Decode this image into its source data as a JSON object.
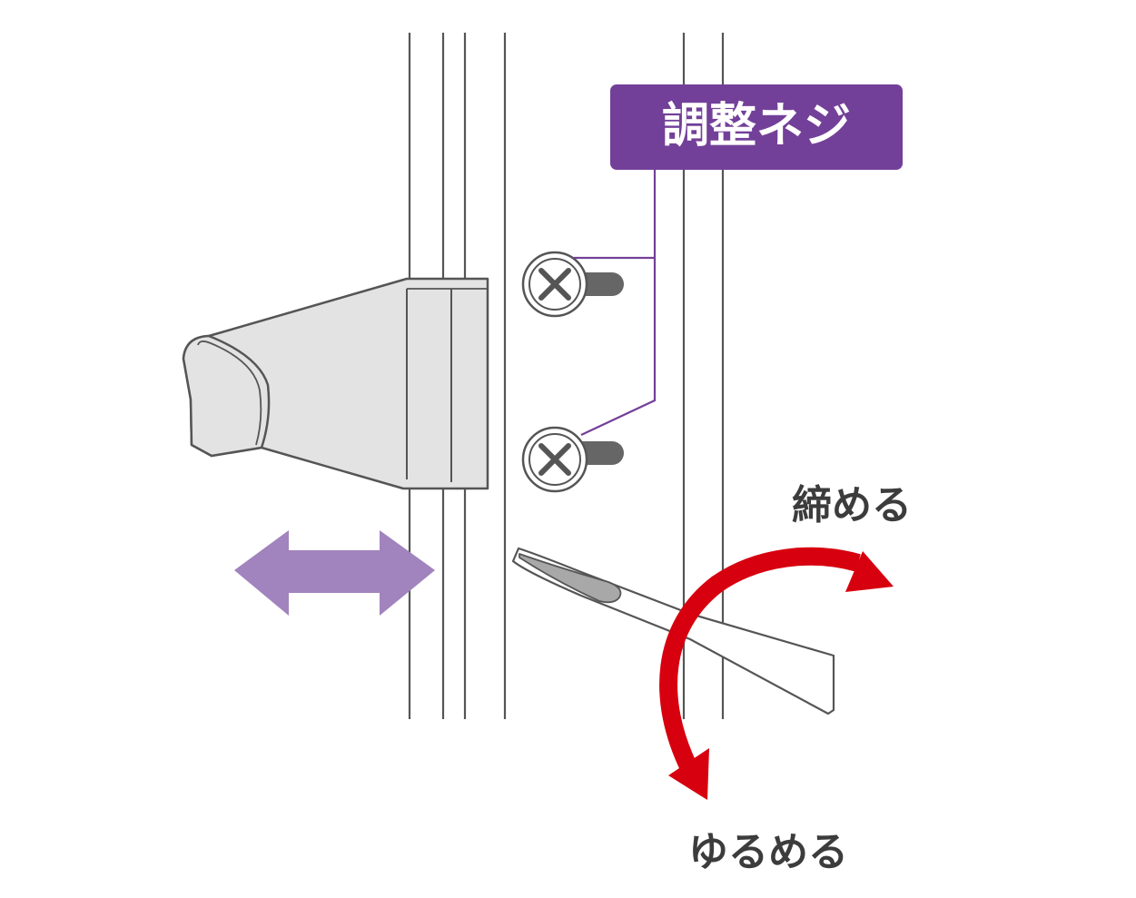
{
  "callout": {
    "label": "調整ネジ",
    "bg_color": "#734099",
    "text_color": "#ffffff",
    "line_color": "#734099"
  },
  "tighten_label": "締める",
  "loosen_label": "ゆるめる",
  "colors": {
    "rail": "#555555",
    "bracket_fill": "#e3e3e3",
    "bracket_stroke": "#555555",
    "screw_stroke": "#555555",
    "screw_cross": "#555555",
    "screw_shaft": "#666666",
    "double_arrow": "#a183bd",
    "rotation_arrow": "#d7000f",
    "label_text": "#3c3c3c"
  },
  "icons": {
    "screws": [
      "phillips-screw-icon",
      "phillips-screw-icon"
    ],
    "double_arrow": "horizontal-double-arrow-icon",
    "rotation_arrow": "curved-rotation-arrow-icon",
    "screwdriver": "screwdriver-icon"
  }
}
